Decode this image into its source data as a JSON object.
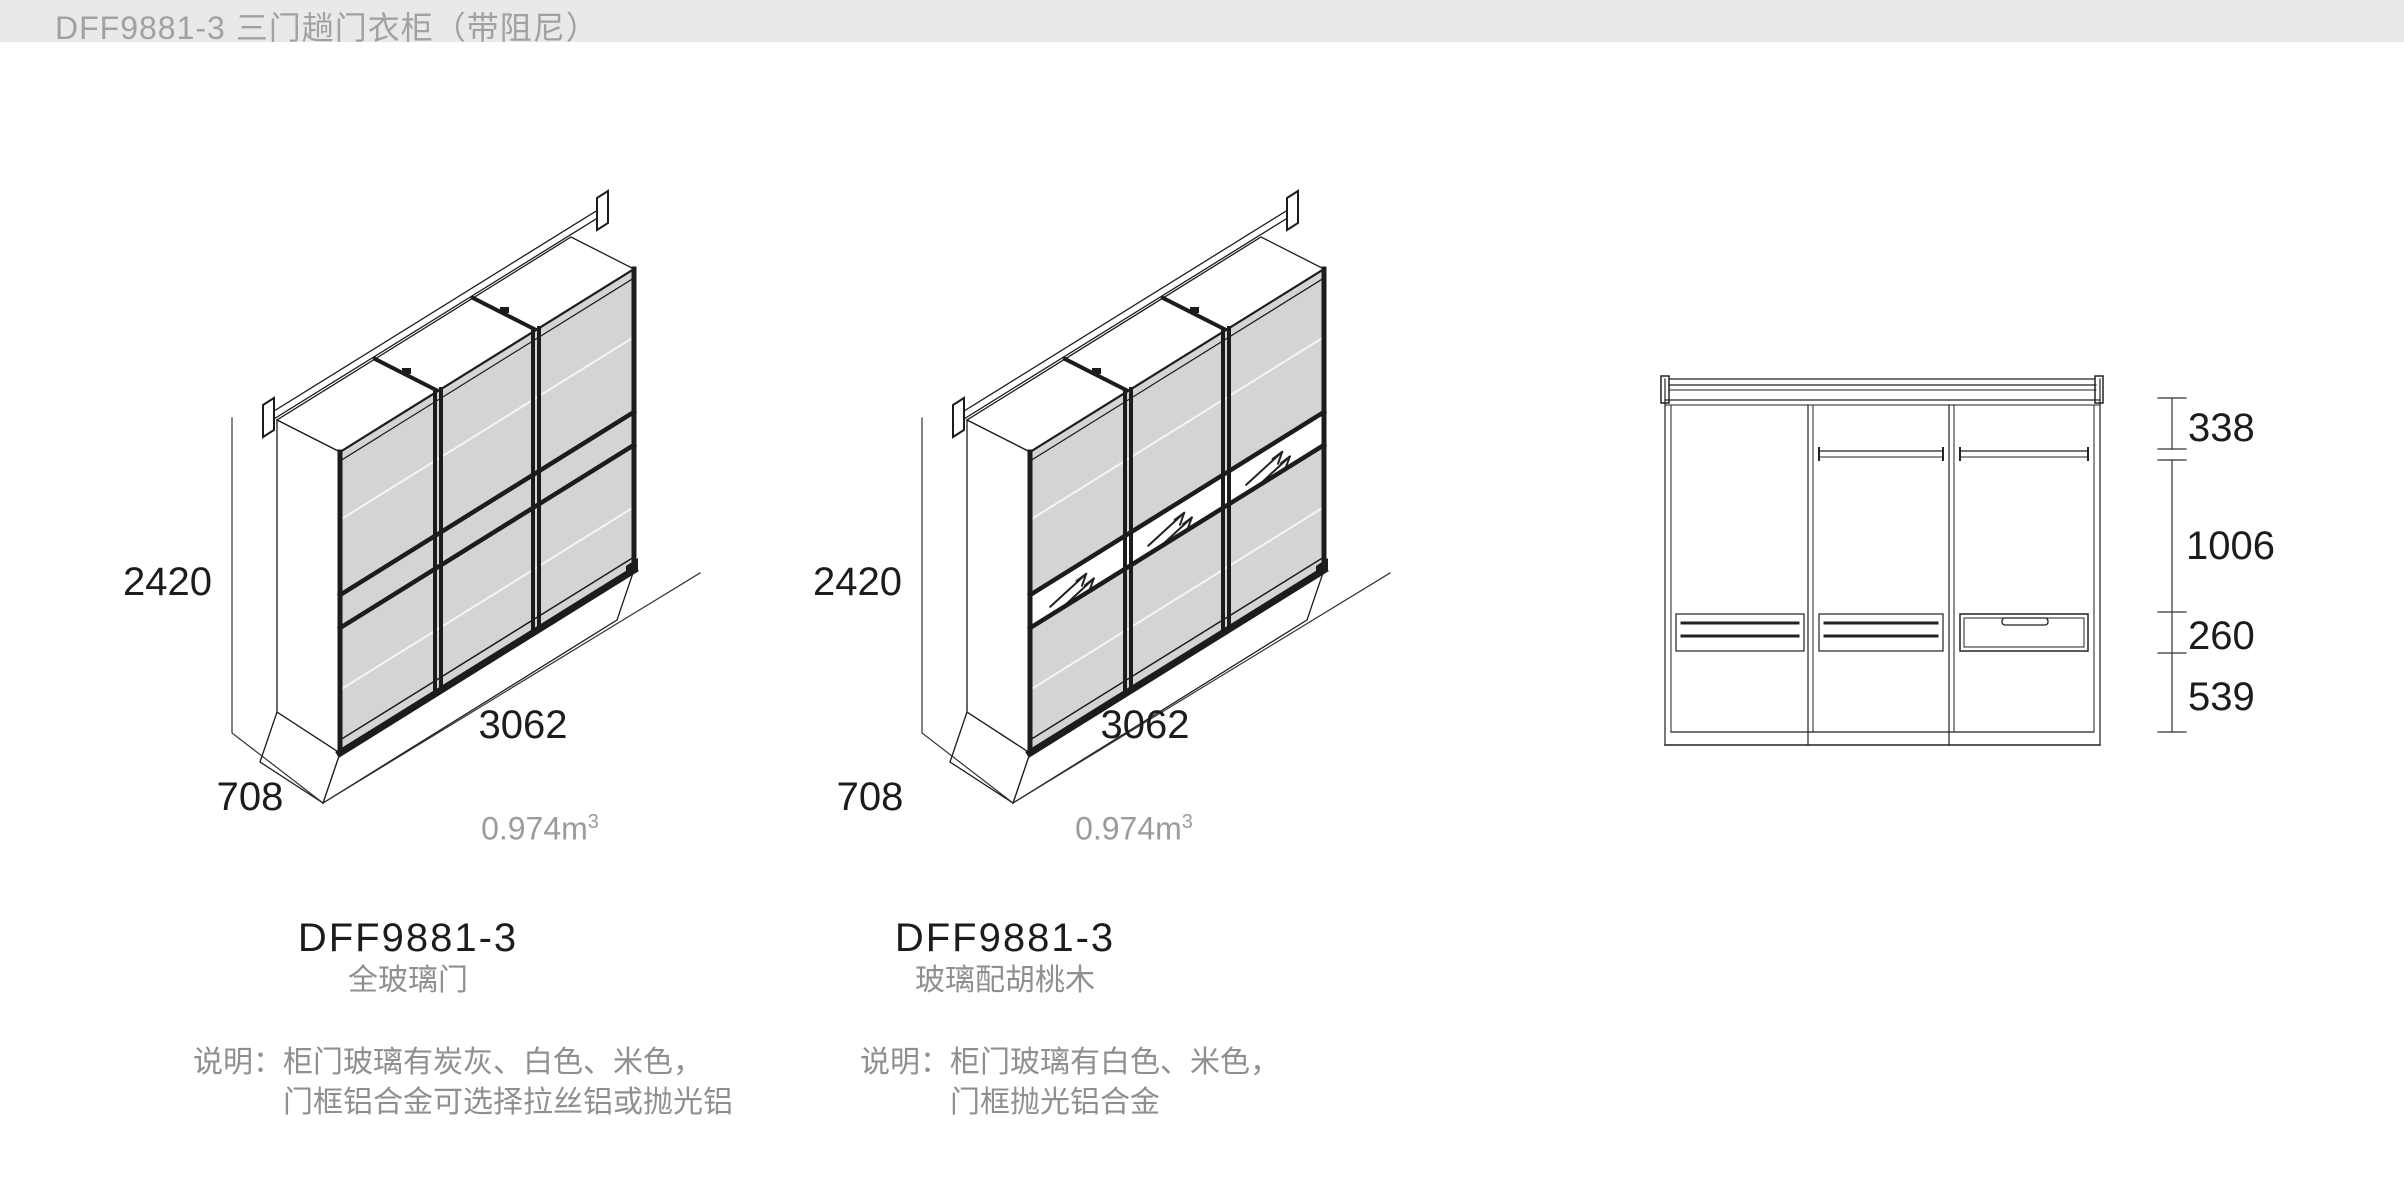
{
  "header": {
    "title": "DFF9881-3 三门趟门衣柜（带阻尼）"
  },
  "colors": {
    "header_bg": "#e9e9e9",
    "header_text": "#a1a1a1",
    "line": "#1c1c1c",
    "glass_fill": "#d4d4d4",
    "muted_text": "#8f8f8f",
    "volume_text": "#9b9b9b"
  },
  "products": [
    {
      "code": "DFF9881-3",
      "finish": "全玻璃门",
      "volume_value": "0.974m",
      "volume_sup": "3",
      "dim_height": "2420",
      "dim_width": "3062",
      "dim_depth": "708",
      "note_label": "说明：",
      "note_line1": "柜门玻璃有炭灰、白色、米色，",
      "note_line2": "门框铝合金可选择拉丝铝或抛光铝"
    },
    {
      "code": "DFF9881-3",
      "finish": "玻璃配胡桃木",
      "volume_value": "0.974m",
      "volume_sup": "3",
      "dim_height": "2420",
      "dim_width": "3062",
      "dim_depth": "708",
      "note_label": "说明：",
      "note_line1": "柜门玻璃有白色、米色，",
      "note_line2": "门框抛光铝合金"
    }
  ],
  "elevation": {
    "section_heights": [
      "338",
      "1006",
      "260",
      "539"
    ]
  }
}
